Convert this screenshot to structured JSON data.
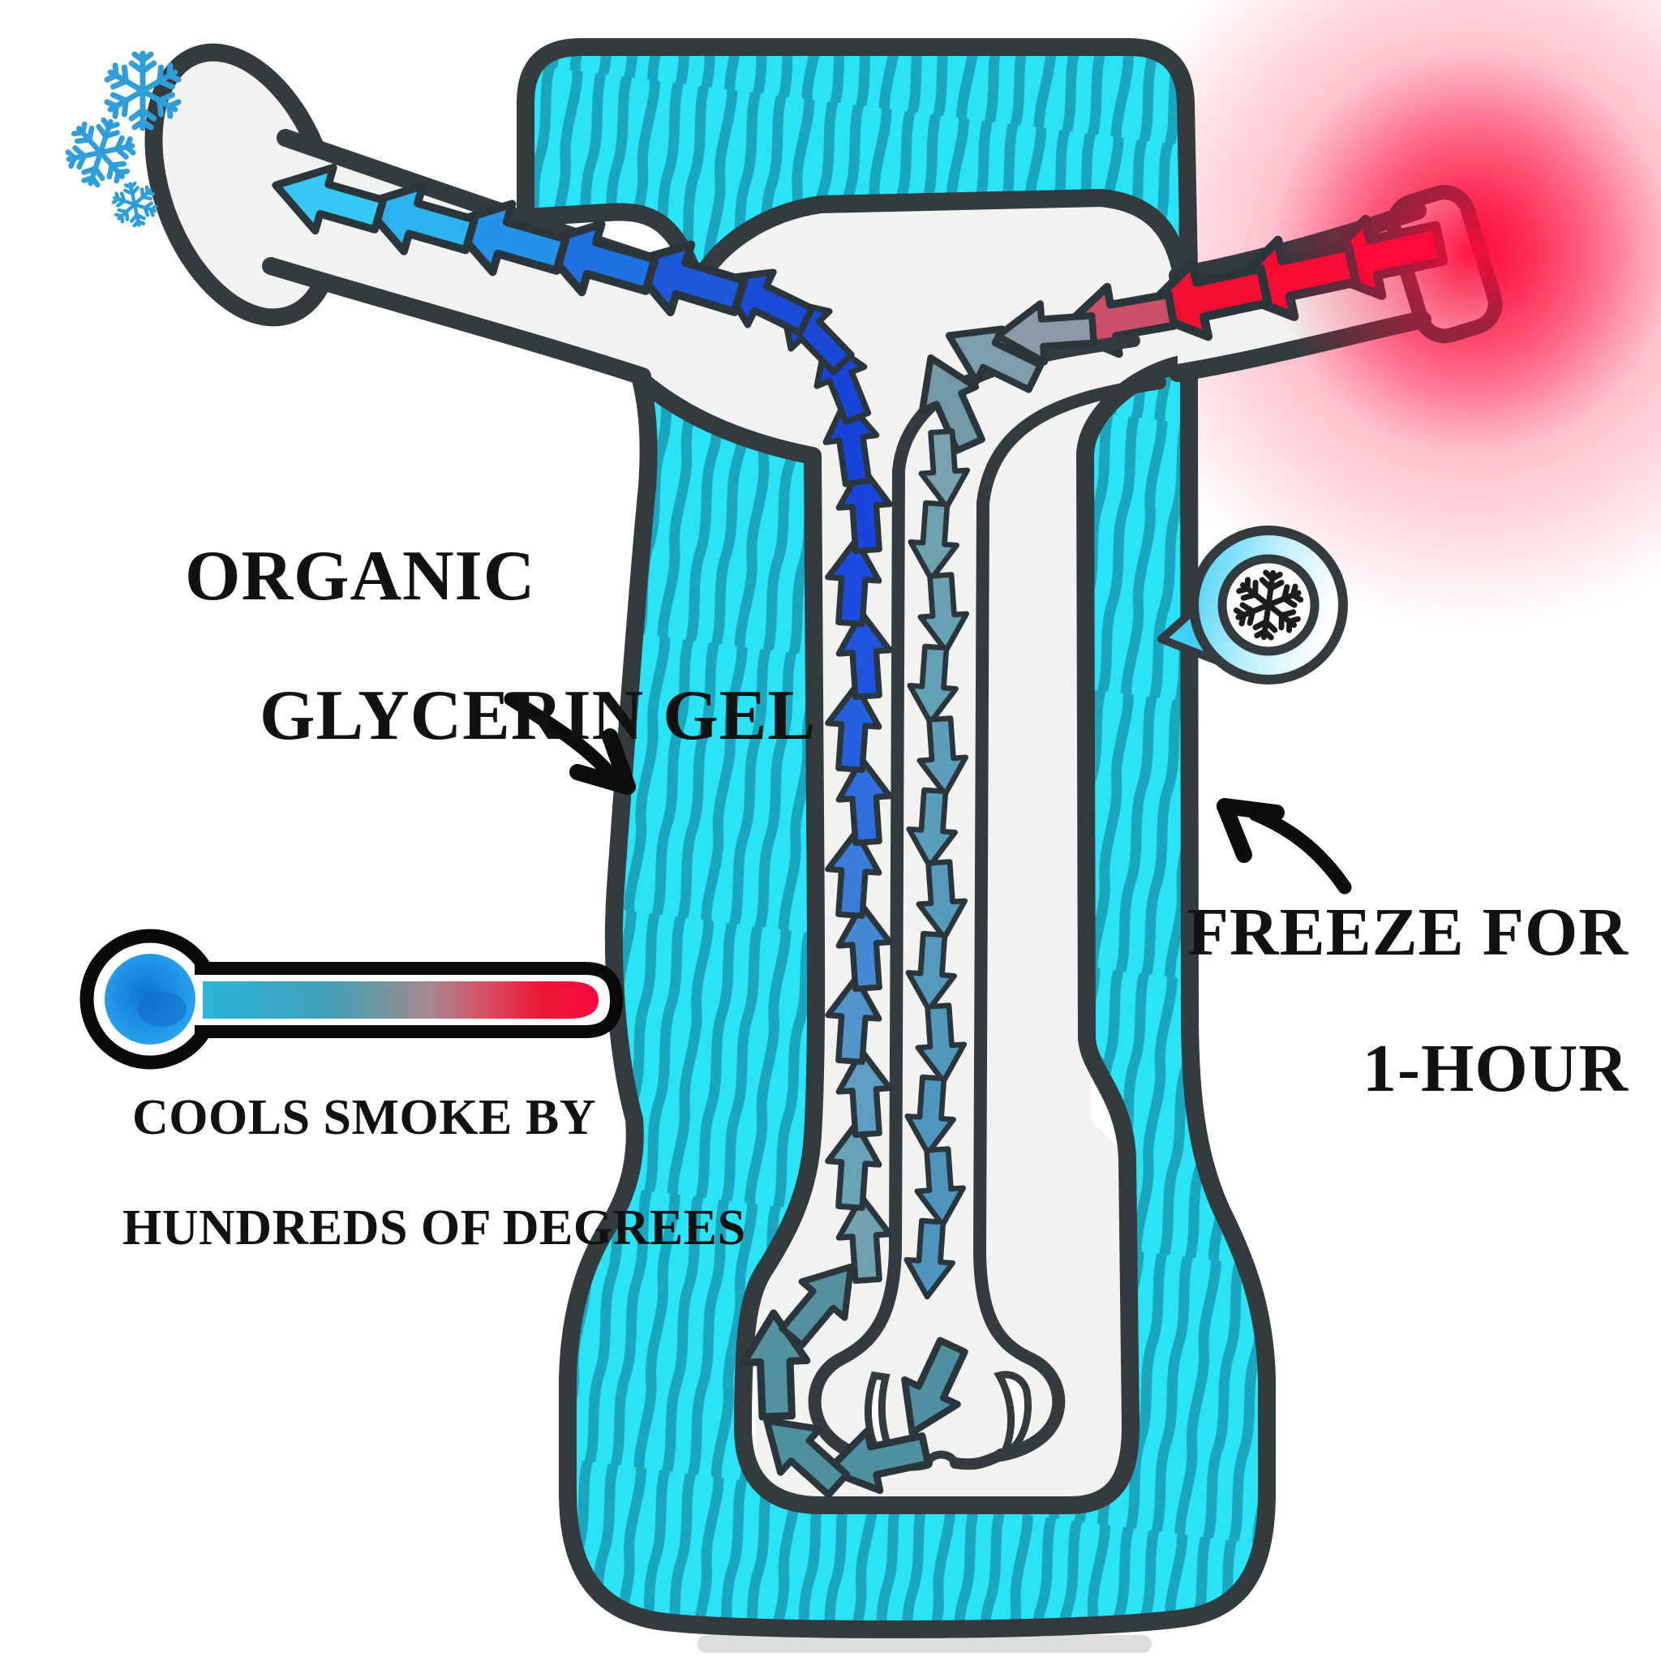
{
  "diagram": {
    "subject": "glycerin-cooling-pipe-cross-section",
    "labels": {
      "organic_glycerin": {
        "line1": "ORGANIC",
        "line2": "GLYCERIN GEL"
      },
      "freeze": {
        "line1": "FREEZE FOR",
        "line2": "1-HOUR"
      },
      "cools": {
        "line1": "COOLS SMOKE BY",
        "line2": "HUNDREDS OF DEGREES"
      }
    },
    "icons": {
      "badge": "snowflake-badge-icon",
      "exhaust": "snowflakes-icon",
      "thermometer": "thermometer-icon",
      "pointer_left": "hand-drawn-arrow-down-right",
      "pointer_right": "hand-drawn-arrow-up-left"
    },
    "colors": {
      "outline": "#333b3e",
      "interior": "#f2f2f0",
      "glycerin_bright": "#2be3f7",
      "glycerin_stripe": "#1aa6bf",
      "hot_glow": "#ff0a3c",
      "snowflake_blue": "#2f9fdb",
      "badge_cyan": "#3fd0f4",
      "thermo_bulb": "#1e90e4",
      "text": "#121212"
    },
    "flows": {
      "hot_inlet": {
        "label": "hot smoke entering bowl stem",
        "colors": [
          "#fa0a34",
          "#f60c32",
          "#f20e30",
          "#cb4f66"
        ]
      },
      "junction_turn": {
        "label": "smoke turning down into downstem",
        "colors": [
          "#8b9aa6",
          "#7d9dab",
          "#7399a7"
        ]
      },
      "downstem": {
        "label": "smoke descending through downstem",
        "colors": [
          "#79a2ae",
          "#6fa0b0",
          "#68a0b4",
          "#62a0b8",
          "#5d9fba",
          "#599dbb",
          "#569bbc",
          "#539abd",
          "#5198bd",
          "#4f96be",
          "#4e95be",
          "#4d94bf"
        ]
      },
      "chamber_turn": {
        "label": "smoke circulating in base chamber",
        "colors": [
          "#4f8fa0",
          "#4f90a0",
          "#50919f",
          "#52919e",
          "#53919e"
        ]
      },
      "riser": {
        "label": "cooled smoke rising",
        "colors": [
          "#6fa2ae",
          "#67a2b6",
          "#5e9ec2",
          "#5295cc",
          "#4589d4",
          "#397cda",
          "#2e6ede",
          "#2560e1",
          "#1f54e1",
          "#1b4bdf",
          "#1845dc"
        ]
      },
      "riser_turn": {
        "label": "smoke turning into mouthpiece tube",
        "colors": [
          "#1743d9",
          "#1844d7",
          "#1947d6",
          "#1b4cd8"
        ]
      },
      "outlet": {
        "label": "cold smoke exiting mouthpiece",
        "colors": [
          "#1d58da",
          "#1f70e0",
          "#2492e7",
          "#2cb2ee",
          "#36c7f3"
        ]
      }
    }
  }
}
